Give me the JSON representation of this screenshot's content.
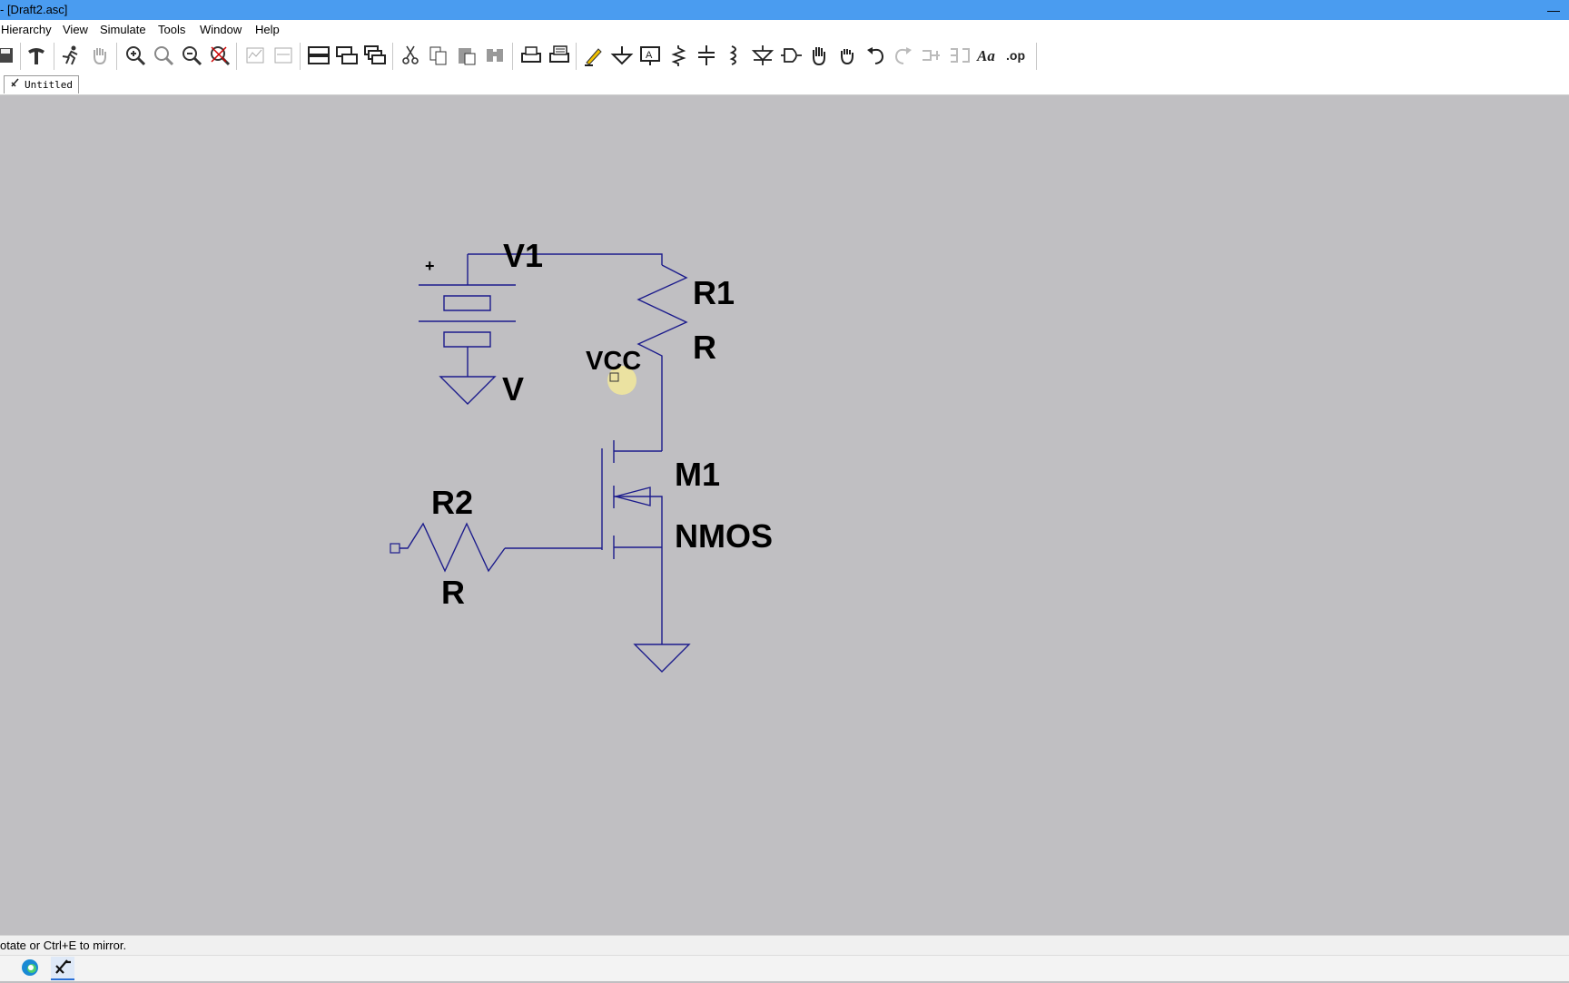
{
  "window": {
    "title": "- [Draft2.asc]",
    "minimize_glyph": "—"
  },
  "menu": [
    "Hierarchy",
    "View",
    "Simulate",
    "Tools",
    "Window",
    "Help"
  ],
  "toolbar_icons": [
    "save-icon",
    "hammer-icon",
    "run-icon",
    "halt-hand-icon",
    "zoom-in-icon",
    "zoom-pan-icon",
    "zoom-out-icon",
    "zoom-fit-icon",
    "autorange-icon",
    "manual-limits-icon",
    "tile-horizontal-icon",
    "tile-vertical-icon",
    "cascade-icon",
    "cut-icon",
    "copy-icon",
    "paste-icon",
    "find-icon",
    "print-icon",
    "print-preview-icon",
    "wire-icon",
    "ground-icon",
    "label-net-icon",
    "resistor-icon",
    "capacitor-icon",
    "inductor-icon",
    "diode-icon",
    "component-icon",
    "move-icon",
    "drag-icon",
    "undo-icon",
    "redo-icon",
    "rotate-icon",
    "mirror-icon",
    "text-icon",
    "spice-directive-icon"
  ],
  "tab": {
    "label": "Untitled"
  },
  "schematic": {
    "labels": {
      "v1_name": "V1",
      "v1_value": "V",
      "plus": "+",
      "r1_name": "R1",
      "r1_value": "R",
      "vcc_net": "VCC",
      "m1_name": "M1",
      "m1_model": "NMOS",
      "r2_name": "R2",
      "r2_value": "R"
    },
    "colors": {
      "wire": "#1c1c8c",
      "label": "#000000",
      "cursor": "#f2e79b"
    }
  },
  "status": {
    "text": "otate or Ctrl+E to mirror."
  },
  "taskbar": {
    "icons": [
      "edge-browser-icon",
      "ltspice-icon"
    ]
  }
}
